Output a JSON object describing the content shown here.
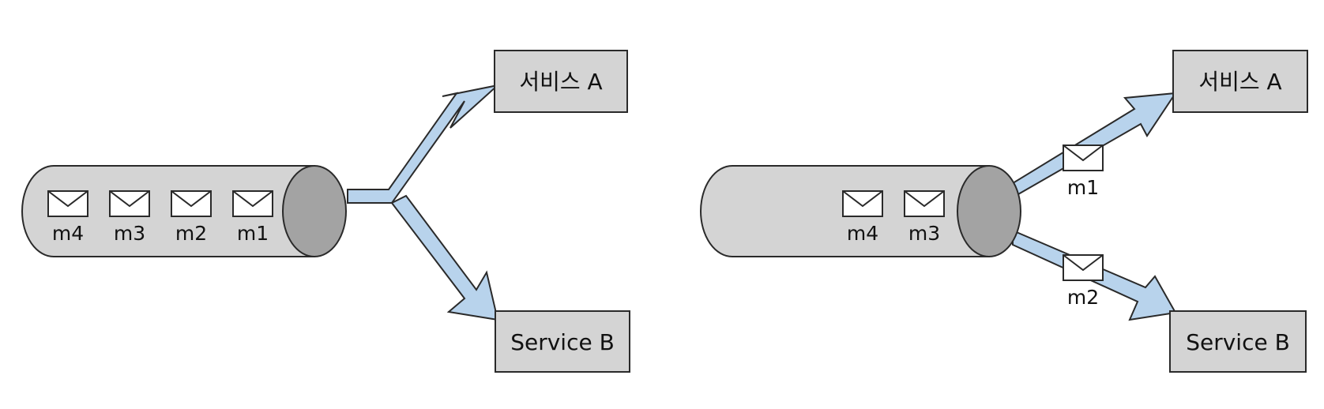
{
  "left": {
    "queue_messages": [
      "m4",
      "m3",
      "m2",
      "m1"
    ],
    "service_a": "서비스 A",
    "service_b": "Service B"
  },
  "right": {
    "queue_messages": [
      "m4",
      "m3"
    ],
    "message_to_a": "m1",
    "message_to_b": "m2",
    "service_a": "서비스 A",
    "service_b": "Service B"
  },
  "colors": {
    "queue_body": "#d4d4d4",
    "queue_end": "#a3a3a3",
    "arrow_fill": "#b8d3ec",
    "service_box": "#d4d4d4",
    "outline": "#2a2a2a"
  }
}
